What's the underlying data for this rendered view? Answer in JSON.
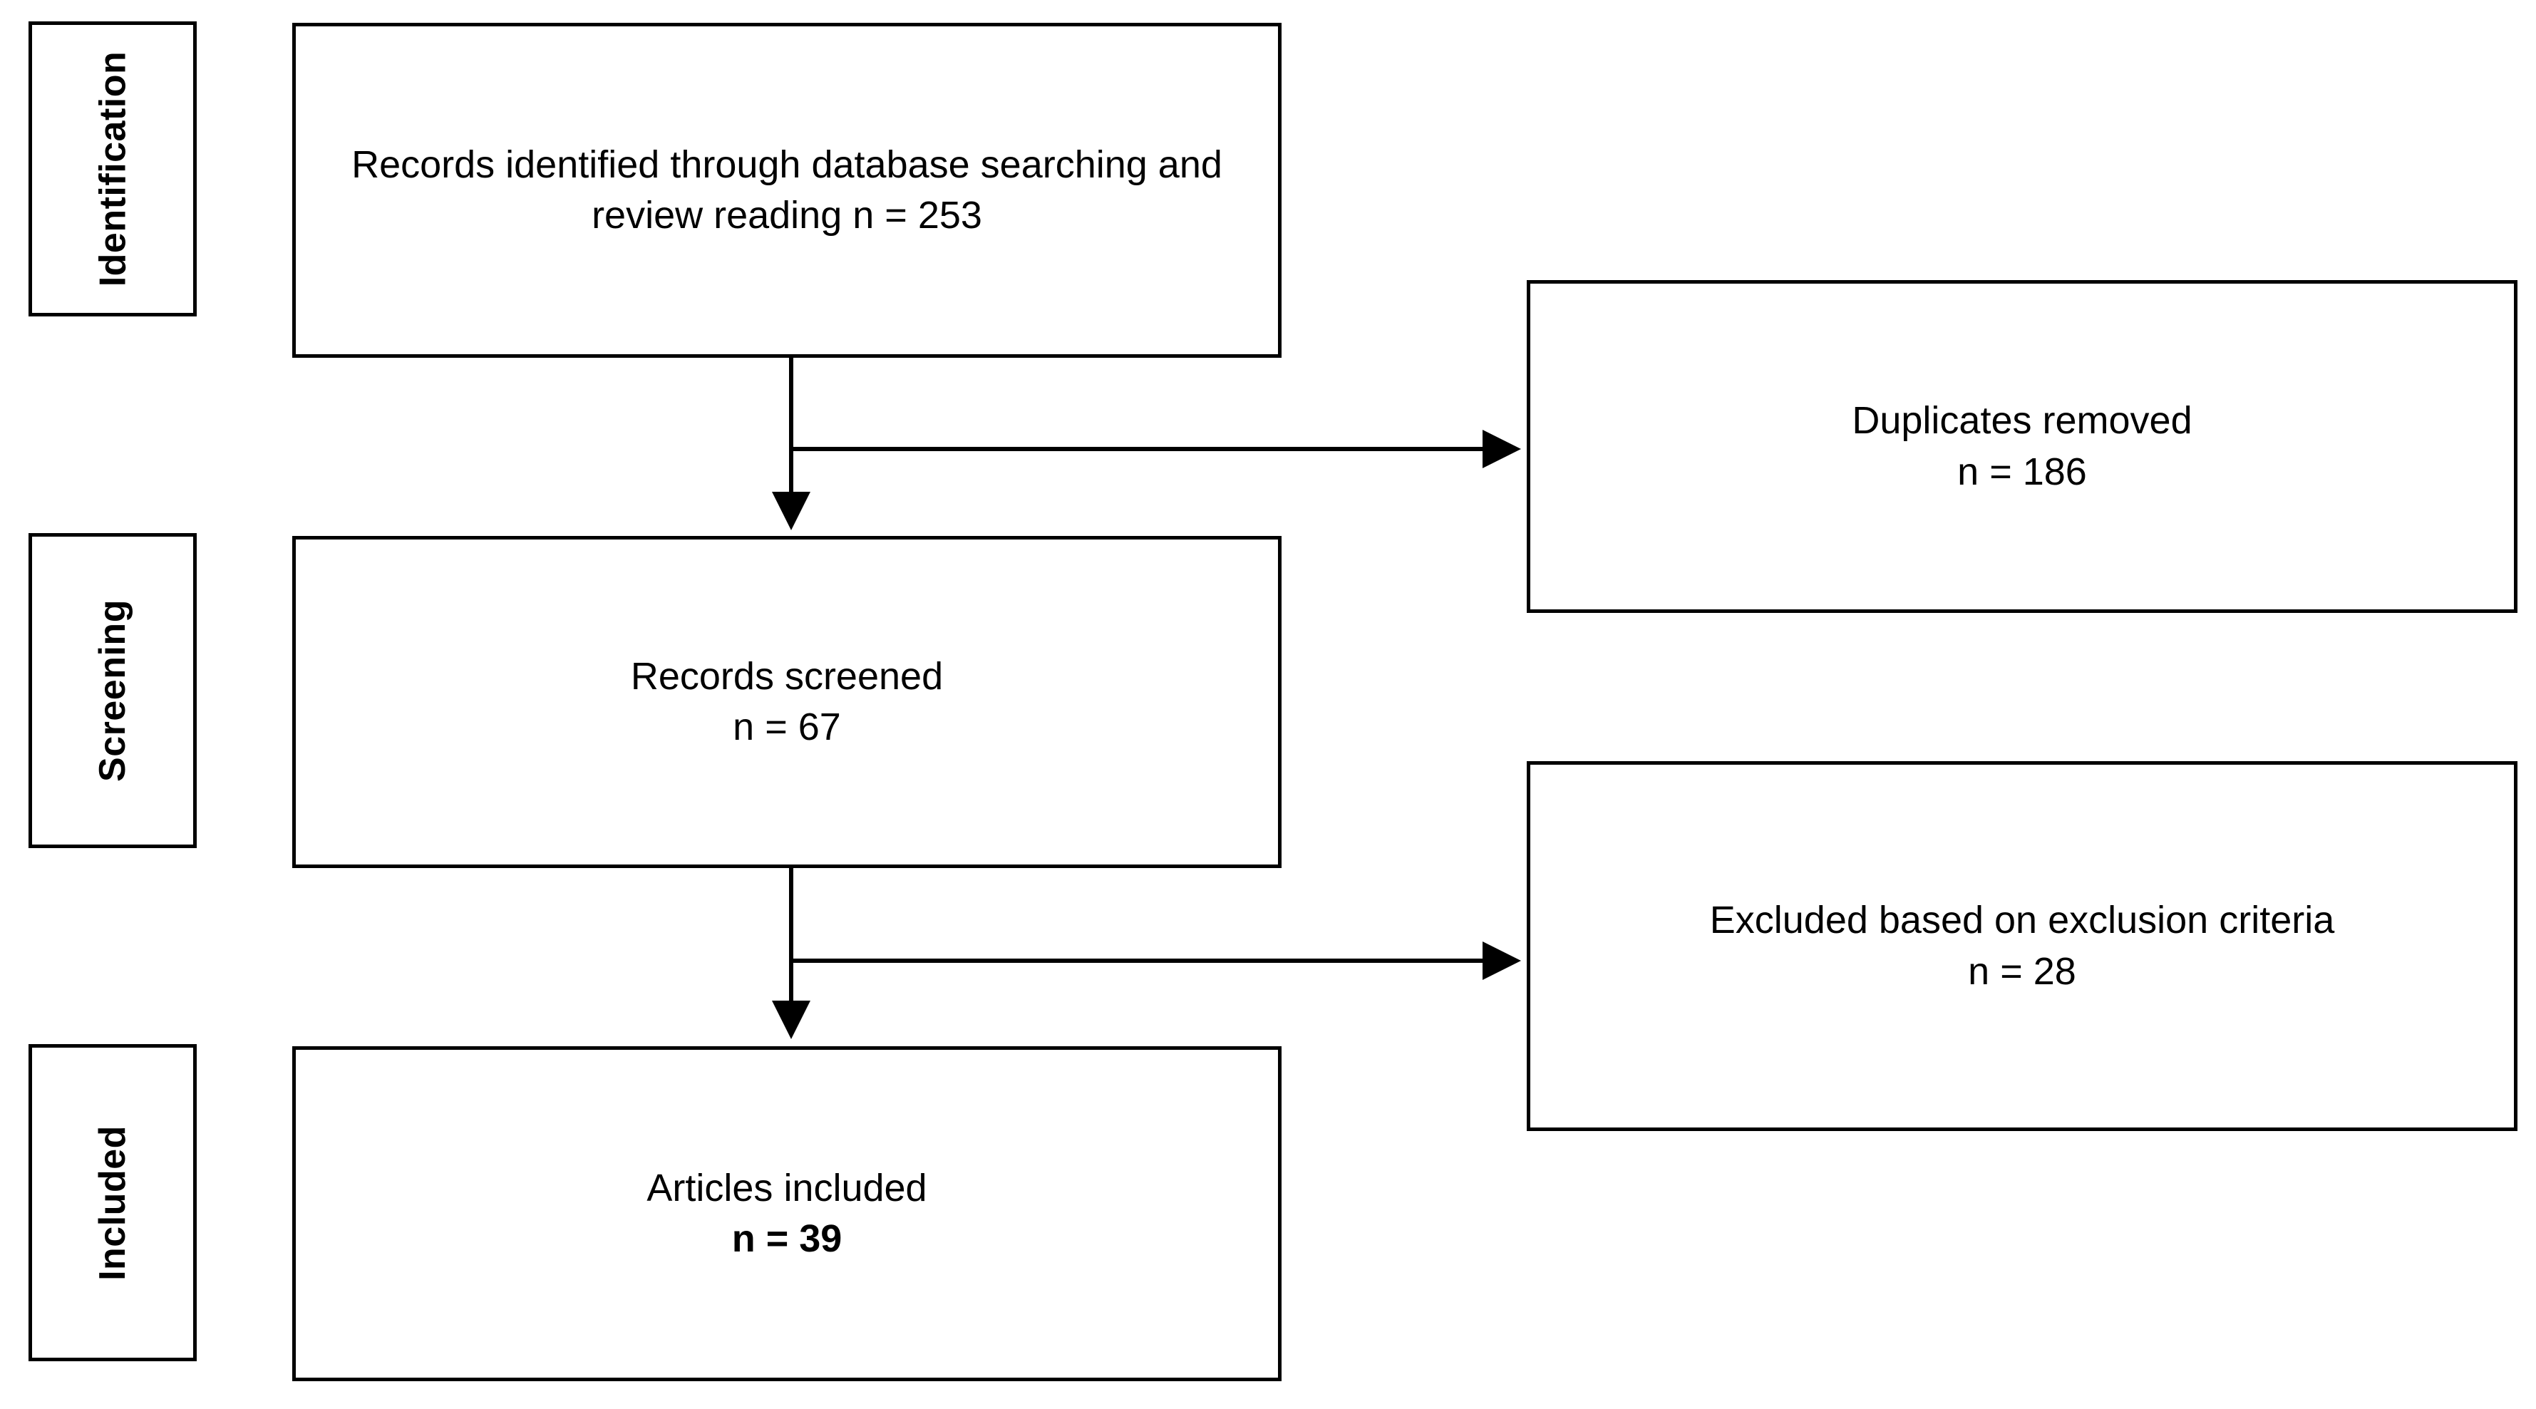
{
  "diagram": {
    "type": "prisma-flow-diagram",
    "background_color": "#ffffff",
    "line_color": "#000000"
  },
  "stages": [
    {
      "id": "identification",
      "label": "Identification"
    },
    {
      "id": "screening",
      "label": "Screening"
    },
    {
      "id": "included",
      "label": "Included"
    }
  ],
  "nodes": {
    "identified": {
      "line1": "Records identified through database searching and",
      "line2": "review reading n = 253",
      "count": 253
    },
    "duplicates": {
      "line1": "Duplicates removed",
      "line2": "n =  186",
      "count": 186
    },
    "screened": {
      "line1": "Records screened",
      "line2": "n = 67",
      "count": 67
    },
    "excluded": {
      "line1": "Excluded based on exclusion criteria",
      "line2": "n = 28",
      "count": 28
    },
    "included": {
      "line1": "Articles included",
      "line2": "n = 39",
      "count": 39
    }
  },
  "connectors": [
    {
      "id": "identified-to-screened",
      "from": "identified",
      "to": "screened",
      "direction": "down"
    },
    {
      "id": "identified-to-duplicates",
      "from": "identified",
      "to": "duplicates",
      "direction": "right"
    },
    {
      "id": "screened-to-included",
      "from": "screened",
      "to": "included",
      "direction": "down"
    },
    {
      "id": "screened-to-excluded",
      "from": "screened",
      "to": "excluded",
      "direction": "right"
    }
  ]
}
